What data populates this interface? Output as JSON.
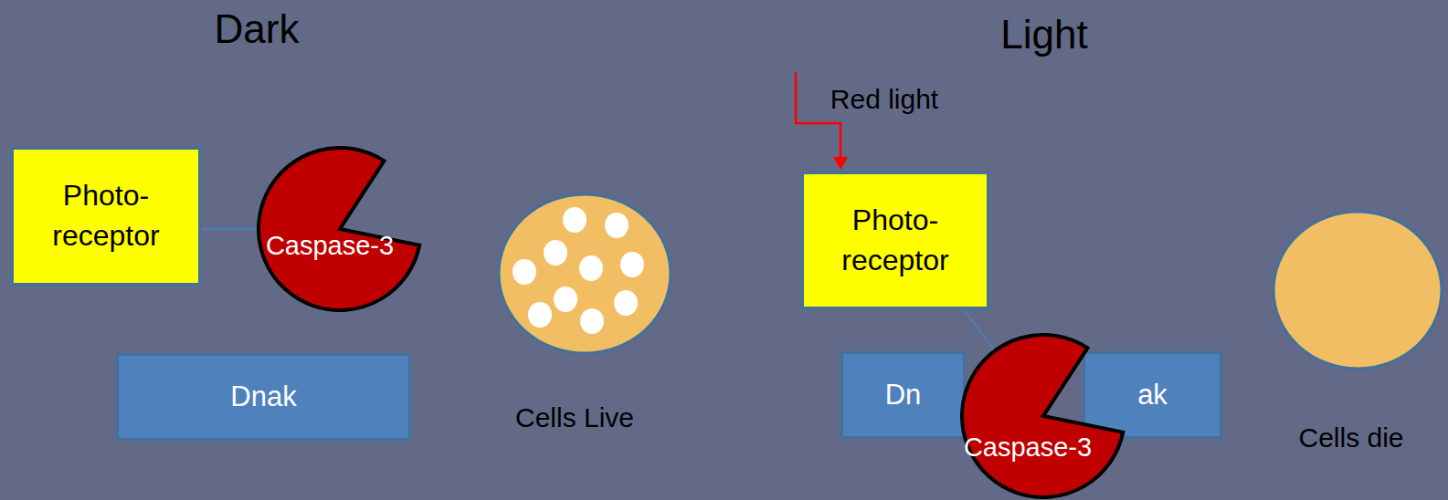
{
  "diagram": {
    "nodes": [
      {
        "text": [
          "Photo- receptor"
        ]
      },
      {
        "text": [
          "Caspase-3"
        ]
      },
      {
        "text": [
          "Dnak"
        ]
      },
      {
        "text": [
          "Photo- receptor"
        ]
      },
      {
        "text": [
          "Dn"
        ]
      },
      {
        "text": [
          "Caspase-3"
        ]
      },
      {
        "text": [
          "ak"
        ]
      }
    ],
    "edges": [
      {
        "from": 0,
        "to": 1,
        "arrow": "none"
      },
      {
        "from": 3,
        "to": 5,
        "arrow": "none"
      }
    ],
    "labels": [
      "Dark",
      "Light",
      "Red light",
      "Cells Live",
      "Cells die"
    ]
  }
}
